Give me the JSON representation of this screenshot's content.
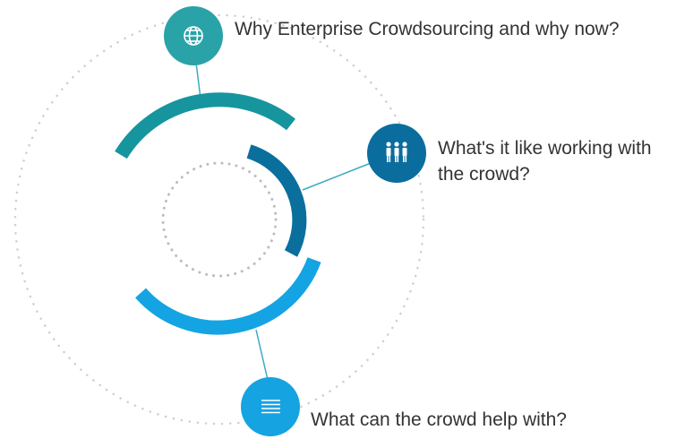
{
  "items": [
    {
      "label": "Why Enterprise Crowdsourcing and why now?",
      "icon": "globe-icon",
      "color": "#2aa3a8"
    },
    {
      "label": "What's it like working with the crowd?",
      "icon": "people-icon",
      "color": "#0b6d9d"
    },
    {
      "label": "What can the crowd help with?",
      "icon": "list-icon",
      "color": "#15a3e2"
    }
  ],
  "colors": {
    "arc_outer": "#16959e",
    "arc_middle": "#0a6f9c",
    "arc_inner": "#14a4e3",
    "connector": "#3da9c5",
    "dots": "#cccccc",
    "text": "#333333"
  }
}
